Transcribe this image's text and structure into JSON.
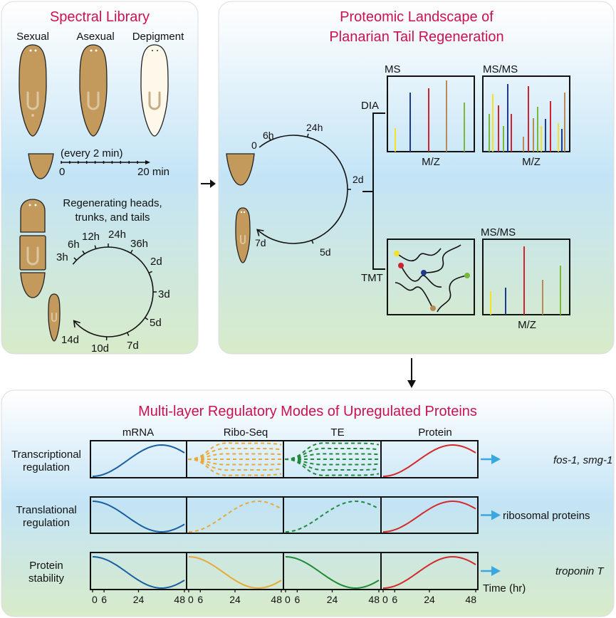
{
  "spectral_library": {
    "title": "Spectral Library",
    "worm_labels": [
      "Sexual",
      "Asexual",
      "Depigment"
    ],
    "interval_label": "(every 2 min)",
    "timeline_start": "0",
    "timeline_end": "20 min",
    "regen_label_1": "Regenerating heads,",
    "regen_label_2": "trunks, and tails",
    "timepoints": [
      "3h",
      "6h",
      "12h",
      "24h",
      "36h",
      "2d",
      "3d",
      "5d",
      "7d",
      "10d",
      "14d"
    ]
  },
  "proteomic": {
    "title_1": "Proteomic Landscape of",
    "title_2": "Planarian Tail Regeneration",
    "timepoints": [
      "0",
      "6h",
      "24h",
      "2d",
      "5d",
      "7d"
    ],
    "dia": "DIA",
    "tmt": "TMT",
    "ms": "MS",
    "msms": "MS/MS",
    "mz": "M/Z"
  },
  "regulatory": {
    "title": "Multi-layer Regulatory Modes of Upregulated Proteins",
    "columns": [
      "mRNA",
      "Ribo-Seq",
      "TE",
      "Protein"
    ],
    "rows": [
      {
        "label_1": "Transcriptional",
        "label_2": "regulation",
        "result": "fos-1, smg-1",
        "italic": true
      },
      {
        "label_1": "Translational",
        "label_2": "regulation",
        "result": "ribosomal proteins",
        "italic": false
      },
      {
        "label_1": "Protein",
        "label_2": "stability",
        "result": "troponin T",
        "italic": true
      }
    ],
    "ticks": [
      "0",
      "6",
      "24",
      "48"
    ],
    "time_label": "Time (hr)"
  },
  "colors": {
    "title": "#cc1150",
    "worm": "#c49a5c",
    "mrna": "#1a5fa0",
    "ribo": "#e8a93a",
    "te": "#1f8a3a",
    "protein": "#d42a2a",
    "arrow": "#3aa8e0",
    "yellow": "#f2e22a",
    "blue": "#1d3a8f",
    "red": "#d1202e",
    "tan": "#b88a55",
    "green": "#7ab83a"
  }
}
